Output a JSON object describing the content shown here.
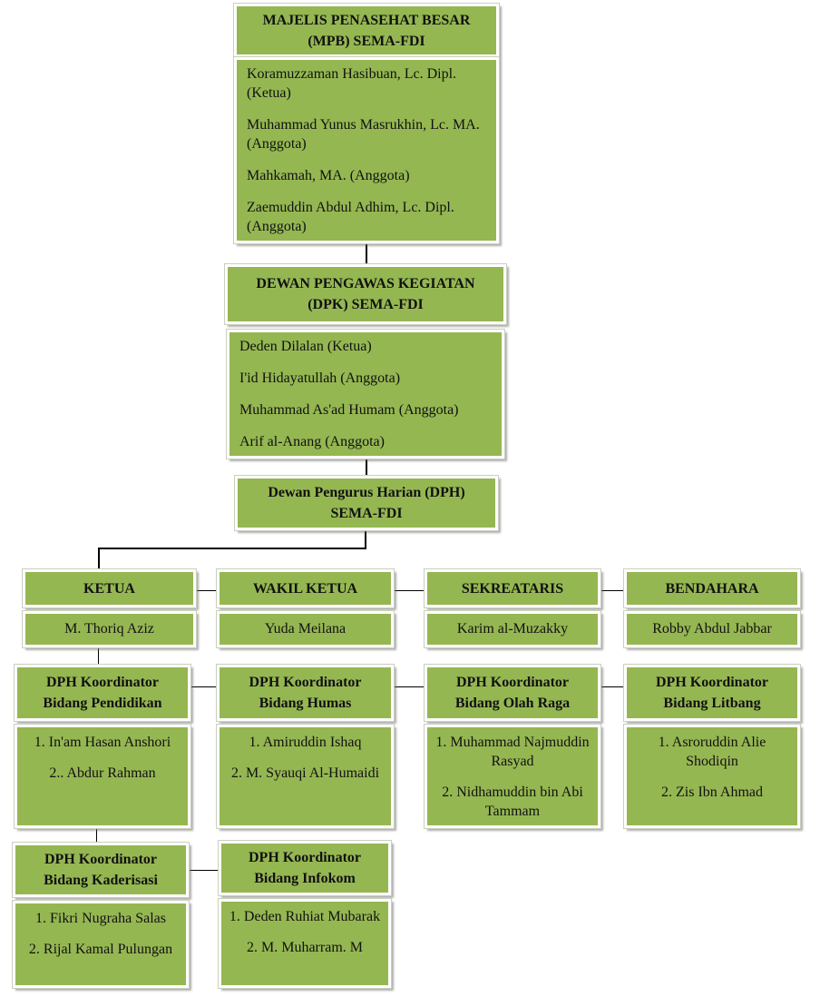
{
  "mpb": {
    "title": [
      "MAJELIS PENASEHAT BESAR",
      "(MPB) SEMA-FDI"
    ],
    "members": [
      "Koramuzzaman Hasibuan, Lc. Dipl. (Ketua)",
      "Muhammad Yunus Masrukhin, Lc. MA. (Anggota)",
      "Mahkamah, MA. (Anggota)",
      "Zaemuddin Abdul Adhim, Lc. Dipl. (Anggota)"
    ]
  },
  "dpk": {
    "title": [
      "DEWAN PENGAWAS KEGIATAN",
      "(DPK) SEMA-FDI"
    ],
    "members": [
      "Deden Dilalan   (Ketua)",
      "I'id Hidayatullah (Anggota)",
      "Muhammad As'ad Humam (Anggota)",
      "Arif al-Anang (Anggota)"
    ]
  },
  "dph": {
    "title": [
      "Dewan Pengurus Harian (DPH)",
      "SEMA-FDI"
    ]
  },
  "officers": [
    {
      "role": "KETUA",
      "name": "M. Thoriq Aziz"
    },
    {
      "role": "WAKIL KETUA",
      "name": "Yuda Meilana"
    },
    {
      "role": "SEKREATARIS",
      "name": "Karim al-Muzakky"
    },
    {
      "role": "BENDAHARA",
      "name": "Robby Abdul Jabbar"
    }
  ],
  "coordinators": [
    {
      "title": [
        "DPH Koordinator",
        "Bidang Pendidikan"
      ],
      "members": [
        "1. In'am Hasan Anshori",
        "2.. Abdur Rahman"
      ]
    },
    {
      "title": [
        "DPH Koordinator",
        "Bidang Humas"
      ],
      "members": [
        "1. Amiruddin Ishaq",
        "2. M. Syauqi Al-Humaidi"
      ]
    },
    {
      "title": [
        "DPH Koordinator",
        "Bidang Olah Raga"
      ],
      "members": [
        "1. Muhammad Najmuddin Rasyad",
        "2. Nidhamuddin bin Abi Tammam"
      ]
    },
    {
      "title": [
        "DPH Koordinator",
        "Bidang Litbang"
      ],
      "members": [
        "1. Asroruddin Alie Shodiqin",
        "2. Zis Ibn Ahmad"
      ]
    },
    {
      "title": [
        "DPH Koordinator",
        "Bidang Kaderisasi"
      ],
      "members": [
        "1. Fikri Nugraha Salas",
        "2. Rijal Kamal Pulungan"
      ]
    },
    {
      "title": [
        "DPH Koordinator",
        "Bidang Infokom"
      ],
      "members": [
        "1. Deden Ruhiat Mubarak",
        "2. M. Muharram. M"
      ]
    }
  ],
  "colors": {
    "box_fill": "#95b752",
    "box_border": "#ffffff",
    "connector": "#000000"
  }
}
